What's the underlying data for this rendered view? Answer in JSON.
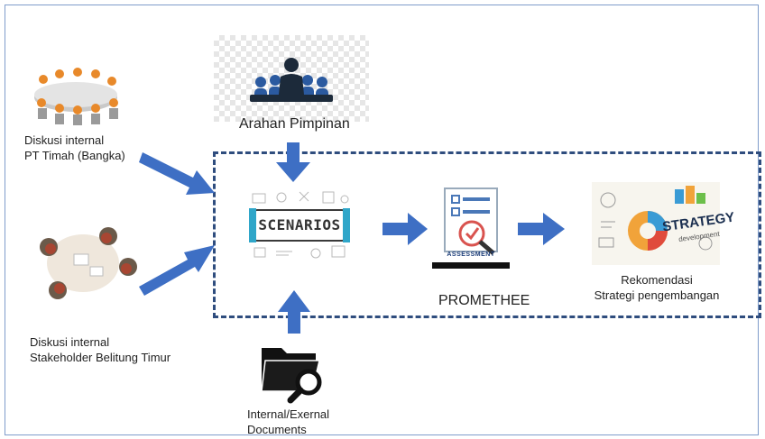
{
  "leadership": {
    "label": "Arahan Pimpinan"
  },
  "forum_bangka": {
    "line1": "Diskusi internal",
    "line2": "PT Timah (Bangka)"
  },
  "forum_beltim": {
    "line1": "Diskusi internal",
    "line2": "Stakeholder Belitung Timur"
  },
  "documents": {
    "line1": "Internal/Exernal",
    "line2": "Documents"
  },
  "scenarios": {
    "label": "SCENARIOS"
  },
  "assessment": {
    "label": "ASSESSMENT",
    "method": "PROMETHEE"
  },
  "strategy": {
    "label": "STRATEGY",
    "sublabel": "development",
    "caption1": "Rekomendasi",
    "caption2": "Strategi pengembangan"
  },
  "colors": {
    "arrow": "#3e6fc4",
    "dash_border": "#2f4d7e",
    "frame": "#7f9ccb"
  }
}
